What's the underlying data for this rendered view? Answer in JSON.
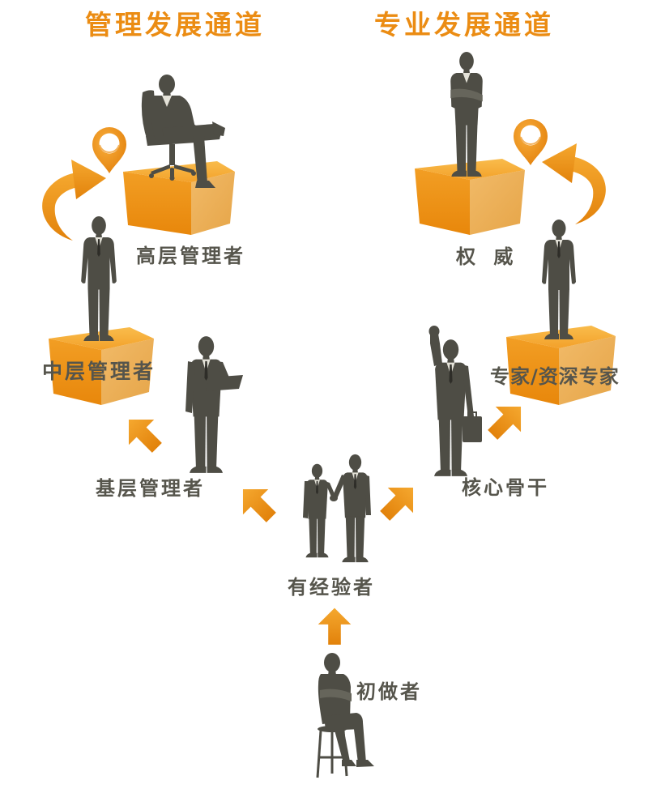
{
  "titles": {
    "management_track": "管理发展通道",
    "professional_track": "专业发展通道"
  },
  "management_track": {
    "senior_manager": "高层管理者",
    "middle_manager": "中层管理者",
    "junior_manager": "基层管理者"
  },
  "professional_track": {
    "authority": "权 威",
    "expert": "专家/资深专家",
    "core_staff": "核心骨干"
  },
  "entry": {
    "experienced": "有经验者",
    "beginner": "初做者"
  },
  "colors": {
    "accent": "#EB8C13",
    "silhouette": "#4E4D45",
    "label_text": "#56554C"
  },
  "icons": {
    "pin": "location-pin-icon",
    "curved_arrow": "curved-arrow-icon",
    "block_arrow": "block-arrow-icon"
  }
}
